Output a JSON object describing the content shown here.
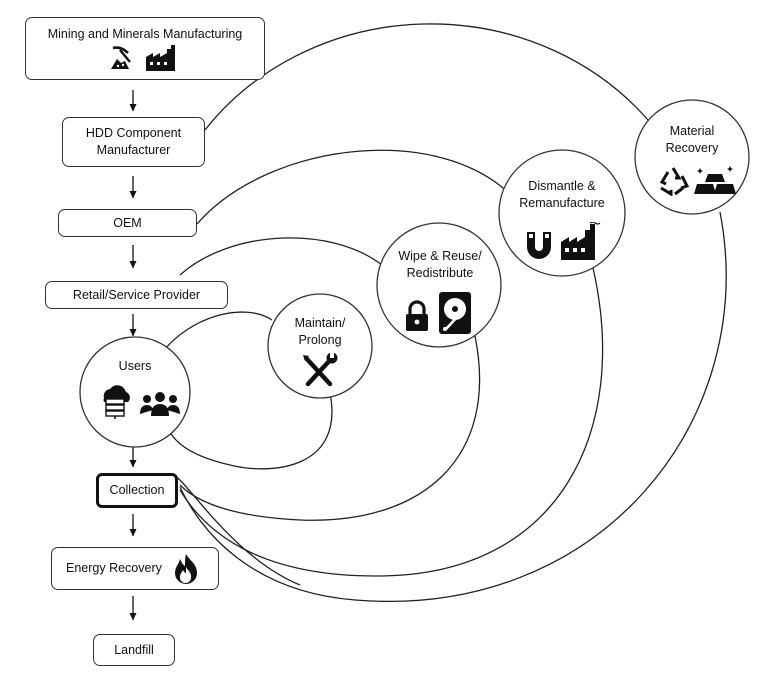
{
  "nodes": {
    "mining": "Mining and Minerals Manufacturing",
    "hdd_component": "HDD Component Manufacturer",
    "oem": "OEM",
    "retail": "Retail/Service Provider",
    "users": "Users",
    "collection": "Collection",
    "energy_recovery": "Energy Recovery",
    "landfill": "Landfill"
  },
  "loops": {
    "maintain": "Maintain/ Prolong",
    "wipe": "Wipe & Reuse/ Redistribute",
    "dismantle": "Dismantle & Remanufacture",
    "material": "Material Recovery"
  },
  "icons": {
    "mining": [
      "pickaxe-icon",
      "factory-icon"
    ],
    "users": [
      "cloud-server-icon",
      "people-group-icon"
    ],
    "maintain": [
      "wrench-screwdriver-icon"
    ],
    "wipe": [
      "padlock-icon",
      "hard-drive-icon"
    ],
    "dismantle": [
      "magnet-icon",
      "factory-icon"
    ],
    "material": [
      "recycle-icon",
      "gold-bars-icon"
    ],
    "energy_recovery": [
      "flame-icon"
    ]
  }
}
